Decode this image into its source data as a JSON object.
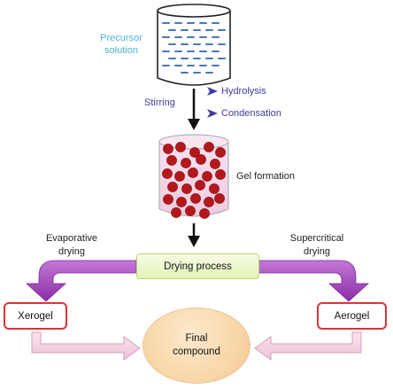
{
  "precursor": {
    "line1": "Precursor",
    "line2": "solution",
    "color": "#4fb3d9"
  },
  "stirring": "Stirring",
  "steps": [
    "Hydrolysis",
    "Condensation"
  ],
  "gel_formation": "Gel formation",
  "evaporative": {
    "line1": "Evaporative",
    "line2": "drying"
  },
  "supercritical": {
    "line1": "Supercritical",
    "line2": "drying"
  },
  "drying_process": "Drying process",
  "xerogel": "Xerogel",
  "aerogel": "Aerogel",
  "final": {
    "line1": "Final",
    "line2": "compound"
  },
  "colors": {
    "purple_arrow": "#9b3fb5",
    "box_border": "#d9343a",
    "drying_box": "#e4f2b8",
    "circle": "#f8d7a8",
    "particles": "#b3181d",
    "bullet": "#3d3d9e"
  }
}
